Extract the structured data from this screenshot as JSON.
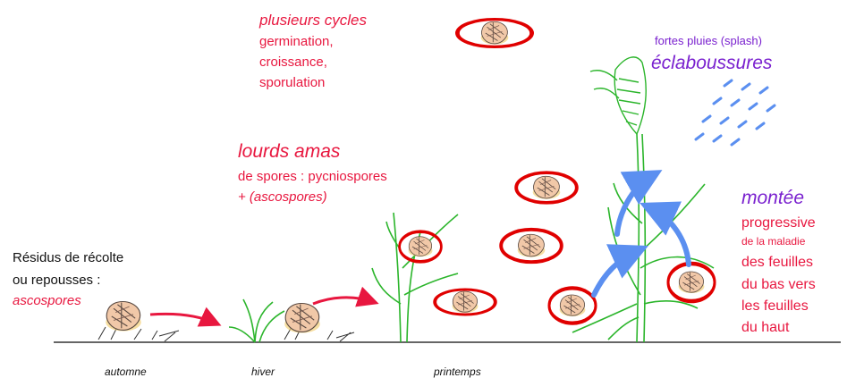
{
  "colors": {
    "red": "#e8173f",
    "purple": "#7a21cf",
    "blue_arrow": "#5b8ff0",
    "plant_green": "#2bb52b",
    "residue_tan": "#f1c8a8",
    "ring_red": "#e00000",
    "rain_blue": "#5b8ff0"
  },
  "labels": {
    "residues_line1": "Résidus de récolte",
    "residues_line2": "ou repousses :",
    "residues_line3": "ascospores",
    "cycles_line1": "plusieurs cycles",
    "cycles_line2": "germination,",
    "cycles_line3": "croissance,",
    "cycles_line4": "sporulation",
    "amas_title": "lourds amas",
    "amas_line2": "de spores : pycniospores",
    "amas_line3": "+ (ascospores)",
    "rain_line1": "fortes pluies (splash)",
    "rain_line2": "éclaboussures",
    "montee_title": "montée",
    "montee_line2": "progressive",
    "montee_line3": "de la maladie",
    "montee_line4": "des feuilles",
    "montee_line5": "du bas vers",
    "montee_line6": "les feuilles",
    "montee_line7": "du haut"
  },
  "seasons": [
    "automne",
    "hiver",
    "printemps"
  ],
  "icons": {
    "residue": "spore-residue-icon",
    "spore_cycle": "spore-cycle-icon",
    "plant": "wheat-plant-icon",
    "ear": "wheat-ear-icon",
    "rain": "rain-icon",
    "arrow": "progression-arrow-icon"
  }
}
